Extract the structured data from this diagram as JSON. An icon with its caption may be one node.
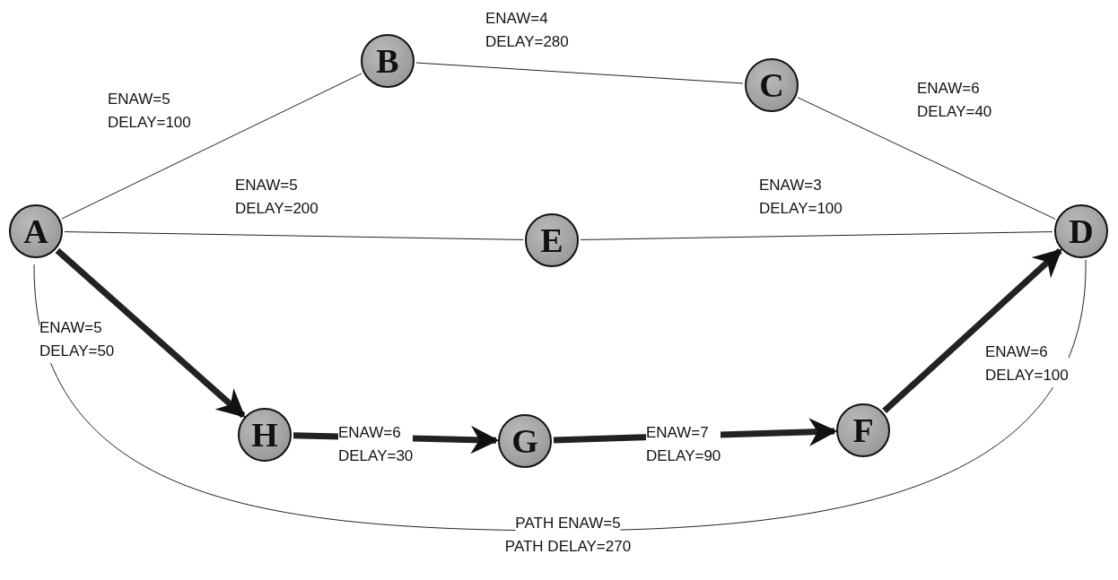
{
  "diagram": {
    "nodes": [
      {
        "text": [
          "A"
        ]
      },
      {
        "text": [
          "B"
        ]
      },
      {
        "text": [
          "C"
        ]
      },
      {
        "text": [
          "E"
        ]
      },
      {
        "text": [
          "D"
        ]
      },
      {
        "text": [
          "H"
        ]
      },
      {
        "text": [
          "G"
        ]
      },
      {
        "text": [
          "F"
        ]
      }
    ],
    "edges": [
      {
        "from": 0,
        "to": 1,
        "arrow": "none",
        "label": "ENAW=5 DELAY=100"
      },
      {
        "from": 1,
        "to": 2,
        "arrow": "none",
        "label": "ENAW=4 DELAY=280"
      },
      {
        "from": 2,
        "to": 4,
        "arrow": "none",
        "label": "ENAW=6 DELAY=40"
      },
      {
        "from": 0,
        "to": 3,
        "arrow": "none",
        "label": "ENAW=5 DELAY=200"
      },
      {
        "from": 3,
        "to": 4,
        "arrow": "none",
        "label": "ENAW=3 DELAY=100"
      },
      {
        "from": 0,
        "to": 5,
        "arrow": "to",
        "style": "thick",
        "label": "ENAW=5 DELAY=50"
      },
      {
        "from": 5,
        "to": 6,
        "arrow": "to",
        "style": "thick",
        "label": "ENAW=6 DELAY=30"
      },
      {
        "from": 6,
        "to": 7,
        "arrow": "to",
        "style": "thick",
        "label": "ENAW=7 DELAY=90"
      },
      {
        "from": 7,
        "to": 4,
        "arrow": "to",
        "style": "thick",
        "label": "ENAW=6 DELAY=100"
      }
    ],
    "labels": [
      "PATH ENAW=5",
      "PATH DELAY=270"
    ]
  }
}
